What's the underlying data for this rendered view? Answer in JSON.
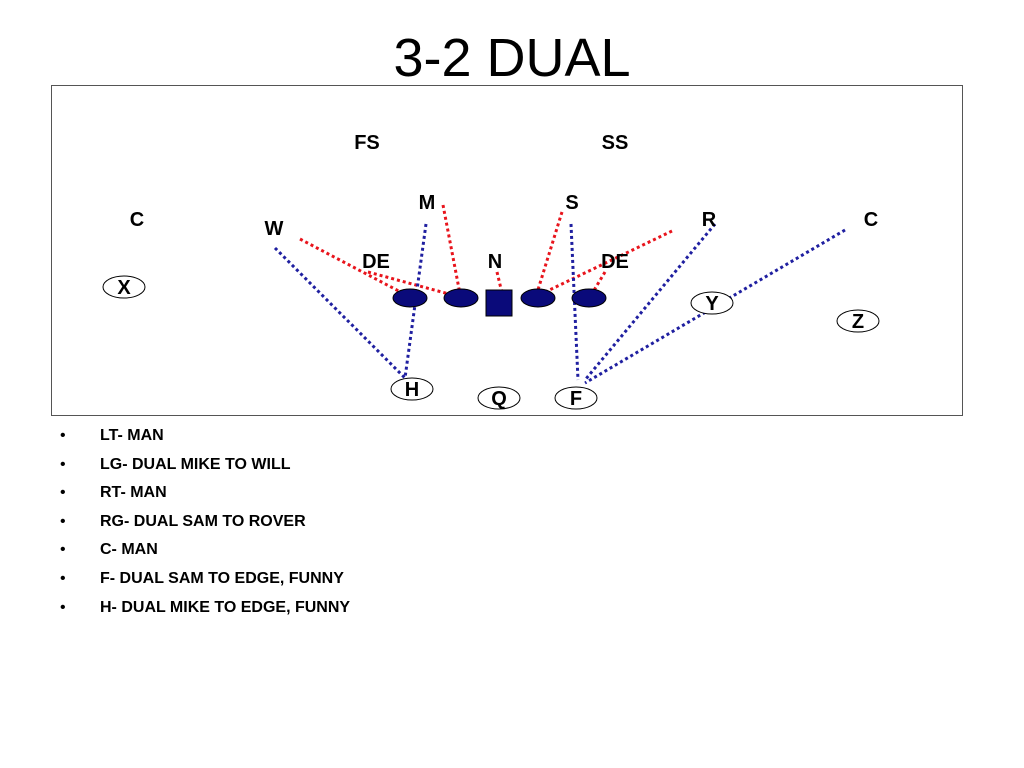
{
  "slide": {
    "title": "3-2 DUAL"
  },
  "colors": {
    "dual_read": "#e8141c",
    "block_path": "#1f1fa0",
    "lineman_fill": "#0a0a7a",
    "frame": "#555555"
  },
  "defense": {
    "fs": "FS",
    "ss": "SS",
    "mike": "M",
    "sam": "S",
    "will": "W",
    "rover": "R",
    "corner_left": "C",
    "corner_right": "C",
    "end_left": "DE",
    "nose": "N",
    "end_right": "DE"
  },
  "offense": {
    "split_end": "X",
    "slot": "Y",
    "flanker": "Z",
    "h_back": "H",
    "quarterback": "Q",
    "fullback": "F"
  },
  "assignments": [
    "LT- MAN",
    "LG- DUAL MIKE TO WILL",
    "RT- MAN",
    "RG- DUAL SAM TO ROVER",
    "C- MAN",
    "F- DUAL SAM TO EDGE, FUNNY",
    "H- DUAL MIKE TO EDGE, FUNNY"
  ]
}
